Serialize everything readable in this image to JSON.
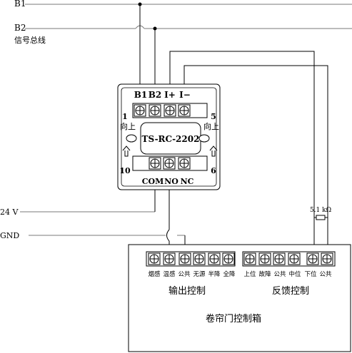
{
  "bus": {
    "b1": "B1",
    "b2": "B2",
    "signal_bus": "信号总线",
    "v24": "24 V",
    "gnd": "GND"
  },
  "module": {
    "model": "TS-RC-2202",
    "top_terminals": [
      "B1",
      "B2",
      "I+",
      "I−"
    ],
    "bottom_terminals": [
      "COM",
      "NO",
      "NC"
    ],
    "num_1": "1",
    "num_5": "5",
    "num_10": "10",
    "num_6": "6",
    "up_left": "向上",
    "up_right": "向上"
  },
  "resistor": {
    "label": "5.1 kΩ"
  },
  "box": {
    "title": "卷帘门控制箱",
    "output_group": "输出控制",
    "feedback_group": "反馈控制",
    "output_terminals": [
      "烟感",
      "温感",
      "公共",
      "无源",
      "半降",
      "全降"
    ],
    "feedback_terminals": [
      "上位",
      "故障",
      "公共",
      "中位",
      "下位",
      "公共"
    ]
  }
}
